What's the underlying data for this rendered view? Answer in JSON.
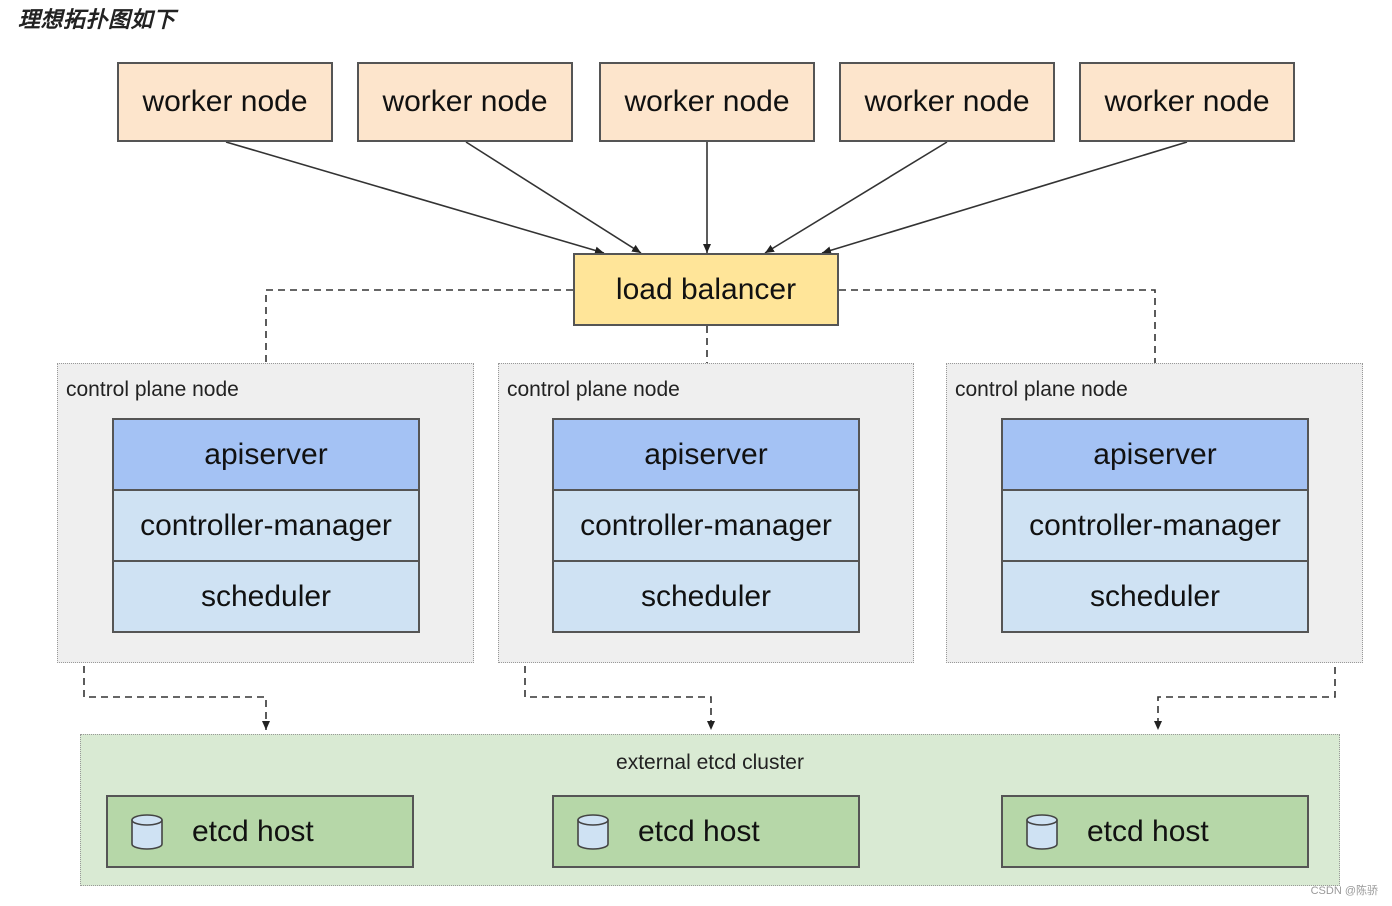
{
  "heading": "理想拓扑图如下",
  "worker_nodes": [
    "worker node",
    "worker node",
    "worker node",
    "worker node",
    "worker node"
  ],
  "load_balancer": "load balancer",
  "control_plane_nodes": [
    {
      "label": "control plane node",
      "apiserver": "apiserver",
      "controller_manager": "controller-manager",
      "scheduler": "scheduler"
    },
    {
      "label": "control plane node",
      "apiserver": "apiserver",
      "controller_manager": "controller-manager",
      "scheduler": "scheduler"
    },
    {
      "label": "control plane node",
      "apiserver": "apiserver",
      "controller_manager": "controller-manager",
      "scheduler": "scheduler"
    }
  ],
  "etcd_cluster": {
    "label": "external etcd cluster",
    "hosts": [
      "etcd host",
      "etcd host",
      "etcd host"
    ]
  },
  "watermark": "CSDN @陈骄",
  "colors": {
    "worker": "#fde5cc",
    "load_balancer": "#ffe599",
    "apiserver": "#a4c2f4",
    "component": "#cfe2f3",
    "control_plane_bg": "#efefef",
    "etcd_cluster_bg": "#d9ead3",
    "etcd_host": "#b6d7a8"
  },
  "icons": {
    "etcd_host": "database-cylinder-icon"
  }
}
